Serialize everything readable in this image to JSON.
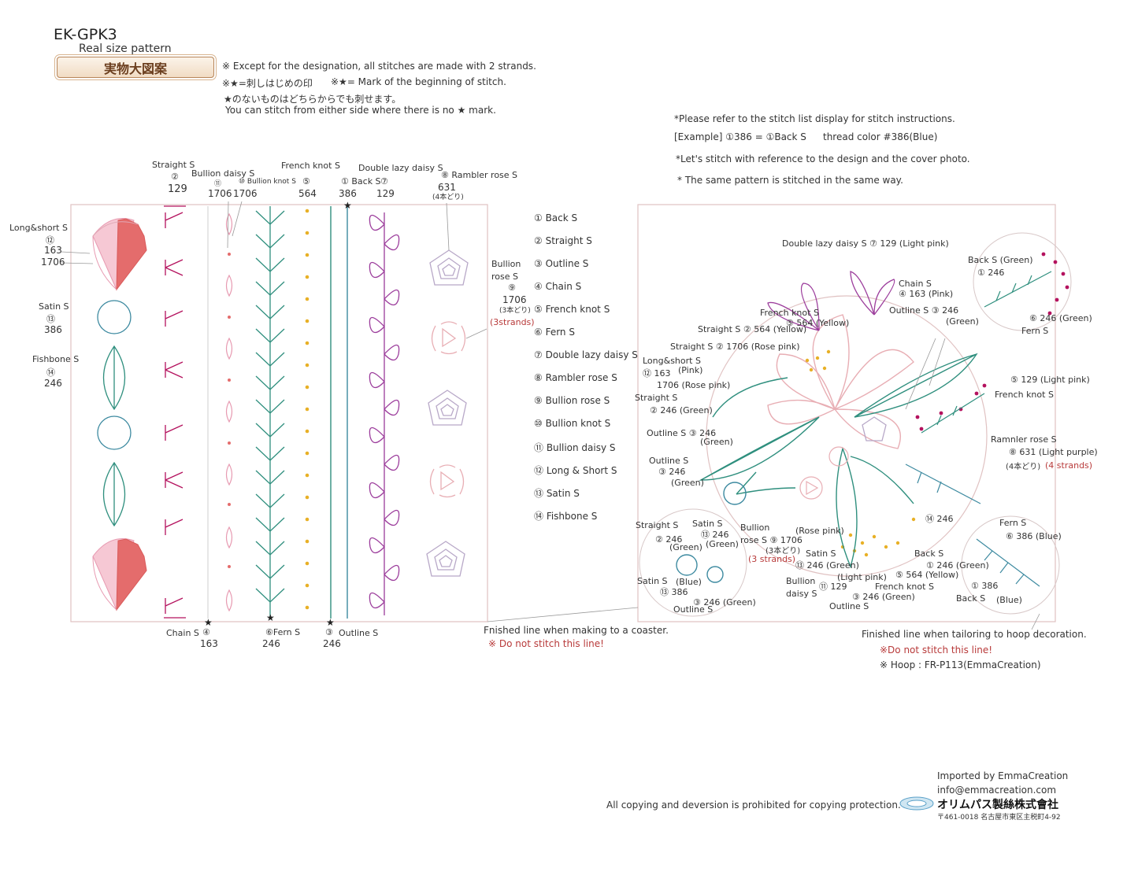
{
  "header": {
    "code": "EK-GPK3",
    "subtitle": "Real size pattern",
    "banner": "実物大図案"
  },
  "notes": {
    "n1": "※ Except for the designation, all stitches are made with 2 strands.",
    "n2a": "※★=刺しはじめの印",
    "n2b": "※★= Mark of the beginning of stitch.",
    "n3": "★のないものはどちらからでも刺せます。",
    "n4": "You can stitch from either side where there is no ★ mark."
  },
  "instructions": {
    "i1": "*Please refer to the stitch list display for stitch instructions.",
    "i2a": "[Example] ①386 = ①Back S",
    "i2b": "thread color #386(Blue)",
    "i3": "*Let's stitch with reference to the design and the cover photo.",
    "i4": "* The same pattern is stitched in the same way."
  },
  "left_panel": {
    "top_labels": {
      "straight": "Straight S",
      "straight_num": "②",
      "straight_color": "129",
      "bullion_daisy": "Bullion daisy S",
      "bullion_daisy_num": "⑪",
      "bullion_daisy_color": "1706",
      "bullion_knot": "⑩ Bullion knot S",
      "bullion_knot_color": "1706",
      "french_knot": "French knot S",
      "french_knot_num": "⑤",
      "french_knot_color": "564",
      "back": "① Back S",
      "back_color": "386",
      "double_lazy": "Double lazy daisy S",
      "double_lazy_num": "⑦",
      "double_lazy_color": "129",
      "rambler": "⑧ Rambler rose S",
      "rambler_color": "631",
      "rambler_strands": "(4本どり)"
    },
    "side_labels": {
      "long_short": "Long&short S",
      "long_short_num": "⑫",
      "long_short_c1": "163",
      "long_short_c2": "1706",
      "satin": "Satin S",
      "satin_num": "⑬",
      "satin_color": "386",
      "fishbone": "Fishbone S",
      "fishbone_num": "⑭",
      "fishbone_color": "246"
    },
    "bullion_rose": {
      "l1": "Bullion",
      "l2": "rose S",
      "num": "⑨",
      "color": "1706",
      "jp": "(3本どり)",
      "strands": "(3strands)"
    },
    "bottom_labels": {
      "chain": "Chain S",
      "chain_num": "④",
      "chain_color": "163",
      "fern": "⑥Fern S",
      "fern_color": "246",
      "outline": "Outline S",
      "outline_num": "③",
      "outline_color": "246"
    },
    "finished_line": "Fnished line when making to a coaster.",
    "do_not": "※ Do not stitch this line!"
  },
  "legend": [
    "① Back S",
    "② Straight S",
    "③ Outline S",
    "④ Chain S",
    "⑤ French knot S",
    "⑥ Fern S",
    "⑦ Double lazy daisy S",
    "⑧ Rambler rose S",
    "⑨ Bullion rose S",
    "⑩ Bullion knot S",
    "⑪ Bullion daisy S",
    "⑫ Long & Short S",
    "⑬ Satin S",
    "⑭ Fishbone S"
  ],
  "right_panel": {
    "labels": {
      "dld": "Double lazy daisy S ⑦ 129 (Light pink)",
      "back_green_1": "Back S (Green)",
      "back_green_2": "① 246",
      "chain1": "Chain S",
      "chain2": "④ 163 (Pink)",
      "outline1": "Outline S ③ 246",
      "outline1b": "(Green)",
      "french1": "French knot S",
      "french2": "⑤ 564 (Yellow)",
      "straight1": "Straight S ② 564 (Yellow)",
      "straight2": "Straight S ② 1706 (Rose pink)",
      "fern_green_1": "⑥ 246 (Green)",
      "fern_green_2": "Fern S",
      "ls1": "Long&short S",
      "ls2": "⑫ 163",
      "ls3": "(Pink)",
      "ls4": "1706 (Rose pink)",
      "st3a": "Straight S",
      "st3b": "② 246 (Green)",
      "fk_lp1": "⑤ 129 (Light pink)",
      "fk_lp2": "French knot S",
      "ol2a": "Outline S ③ 246",
      "ol2b": "(Green)",
      "ol3a": "Outline S",
      "ol3b": "③ 246",
      "ol3c": "(Green)",
      "rr1": "Ramnler rose S",
      "rr2": "⑧ 631 (Light purple)",
      "rr3": "(4本どり)",
      "rr4": "(4 strands)",
      "fb246": "⑭ 246",
      "fern_blue_1": "Fern S",
      "fern_blue_2": "⑥ 386 (Blue)",
      "st4a": "Straight S",
      "st4b": "② 246",
      "st4c": "(Green)",
      "sat1a": "Satin S",
      "sat1b": "⑬ 246",
      "sat1c": "(Green)",
      "br1": "Bullion",
      "br2": "rose S ⑨ 1706",
      "br3": "(3本どり)",
      "br4": "(3 strands)",
      "br5": "(Rose pink)",
      "sat2a": "Satin S",
      "sat2b": "⑬ 246 (Green)",
      "bk2a": "Back S",
      "bk2b": "① 246 (Green)",
      "fk3a": "⑤ 564 (Yellow)",
      "fk3b": "French knot S",
      "fk3c": "③ 246 (Green)",
      "bk3a": "① 386",
      "bk3b": "Back S",
      "bk3c": "(Blue)",
      "sat3a": "Satin S",
      "sat3b": "(Blue)",
      "sat3c": "⑬ 386",
      "ol4": "Outline S",
      "g246": "③ 246 (Green)",
      "bd1": "Bullion",
      "bd2": "daisy S",
      "bd3": "⑪ 129",
      "bd4": "(Light pink)",
      "ol5": "Outline S"
    },
    "finished_line": "Finished line when tailoring to hoop decoration.",
    "do_not": "※Do not stitch this line!",
    "hoop": "※ Hoop : FR-P113(EmmaCreation)"
  },
  "footer": {
    "imported": "Imported by EmmaCreation",
    "email": "info@emmacreation.com",
    "copy": "All copying and deversion is prohibited for copying protection.",
    "company": "オリムパス製絲株式會社",
    "address": "〒461-0018 名古屋市東区主税町4-92"
  },
  "colors": {
    "pink": "#e79ab1",
    "rose": "#e46c6c",
    "green": "#2f8f7e",
    "blue": "#3d8aa0",
    "yellow": "#e8b026",
    "purple": "#9c3d9c",
    "magenta": "#b4125e",
    "lilac": "#b8a8c8"
  }
}
